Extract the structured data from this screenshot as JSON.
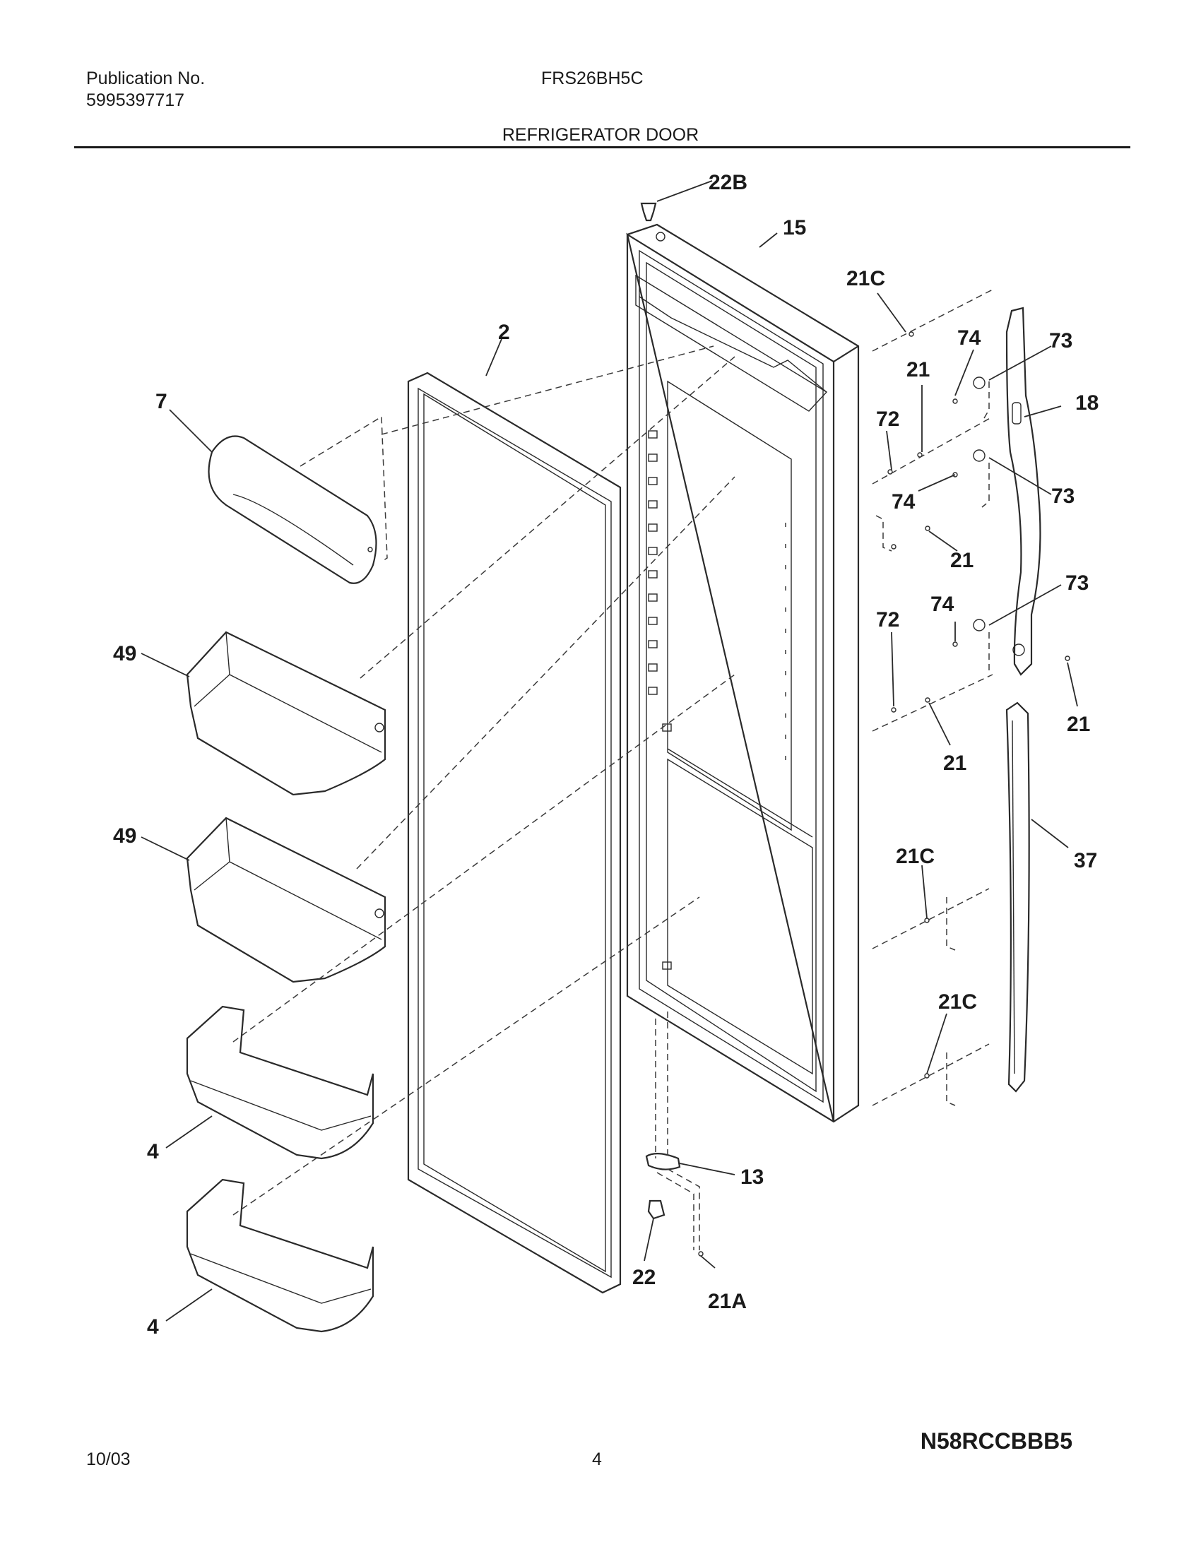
{
  "header": {
    "publication_label": "Publication No.",
    "publication_number": "5995397717",
    "model": "FRS26BH5C",
    "section_title": "REFRIGERATOR DOOR"
  },
  "callouts": {
    "c22B": "22B",
    "c15": "15",
    "c21C_top": "21C",
    "c2": "2",
    "c74_a": "74",
    "c73_a": "73",
    "c7": "7",
    "c21_a": "21",
    "c18": "18",
    "c72_a": "72",
    "c74_b": "74",
    "c73_b": "73",
    "c21_b": "21",
    "c49_a": "49",
    "c72_b": "72",
    "c74_c": "74",
    "c73_c": "73",
    "c21_c": "21",
    "c21_d": "21",
    "c49_b": "49",
    "c21C_mid": "21C",
    "c37": "37",
    "c21C_low": "21C",
    "c4_a": "4",
    "c13": "13",
    "c22": "22",
    "c21A": "21A",
    "c4_b": "4"
  },
  "footer": {
    "code": "N58RCCBBB5",
    "date": "10/03",
    "page": "4"
  }
}
